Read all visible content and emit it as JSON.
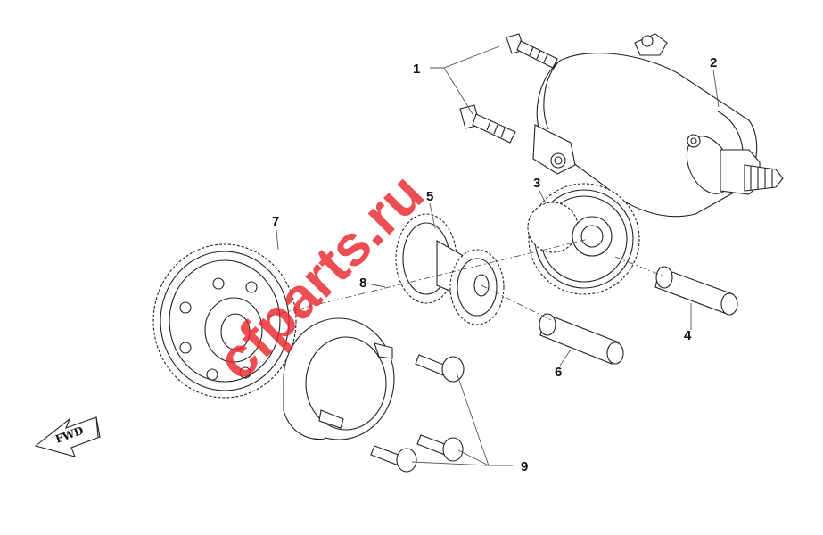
{
  "callouts": {
    "c1": "1",
    "c2": "2",
    "c3": "3",
    "c4": "4",
    "c5": "5",
    "c6": "6",
    "c7": "7",
    "c8": "8",
    "c9": "9"
  },
  "watermark": "cfparts.ru",
  "direction_label": "FWD",
  "colors": {
    "line": "#222222",
    "watermark": "#e8222a",
    "background": "#ffffff"
  }
}
